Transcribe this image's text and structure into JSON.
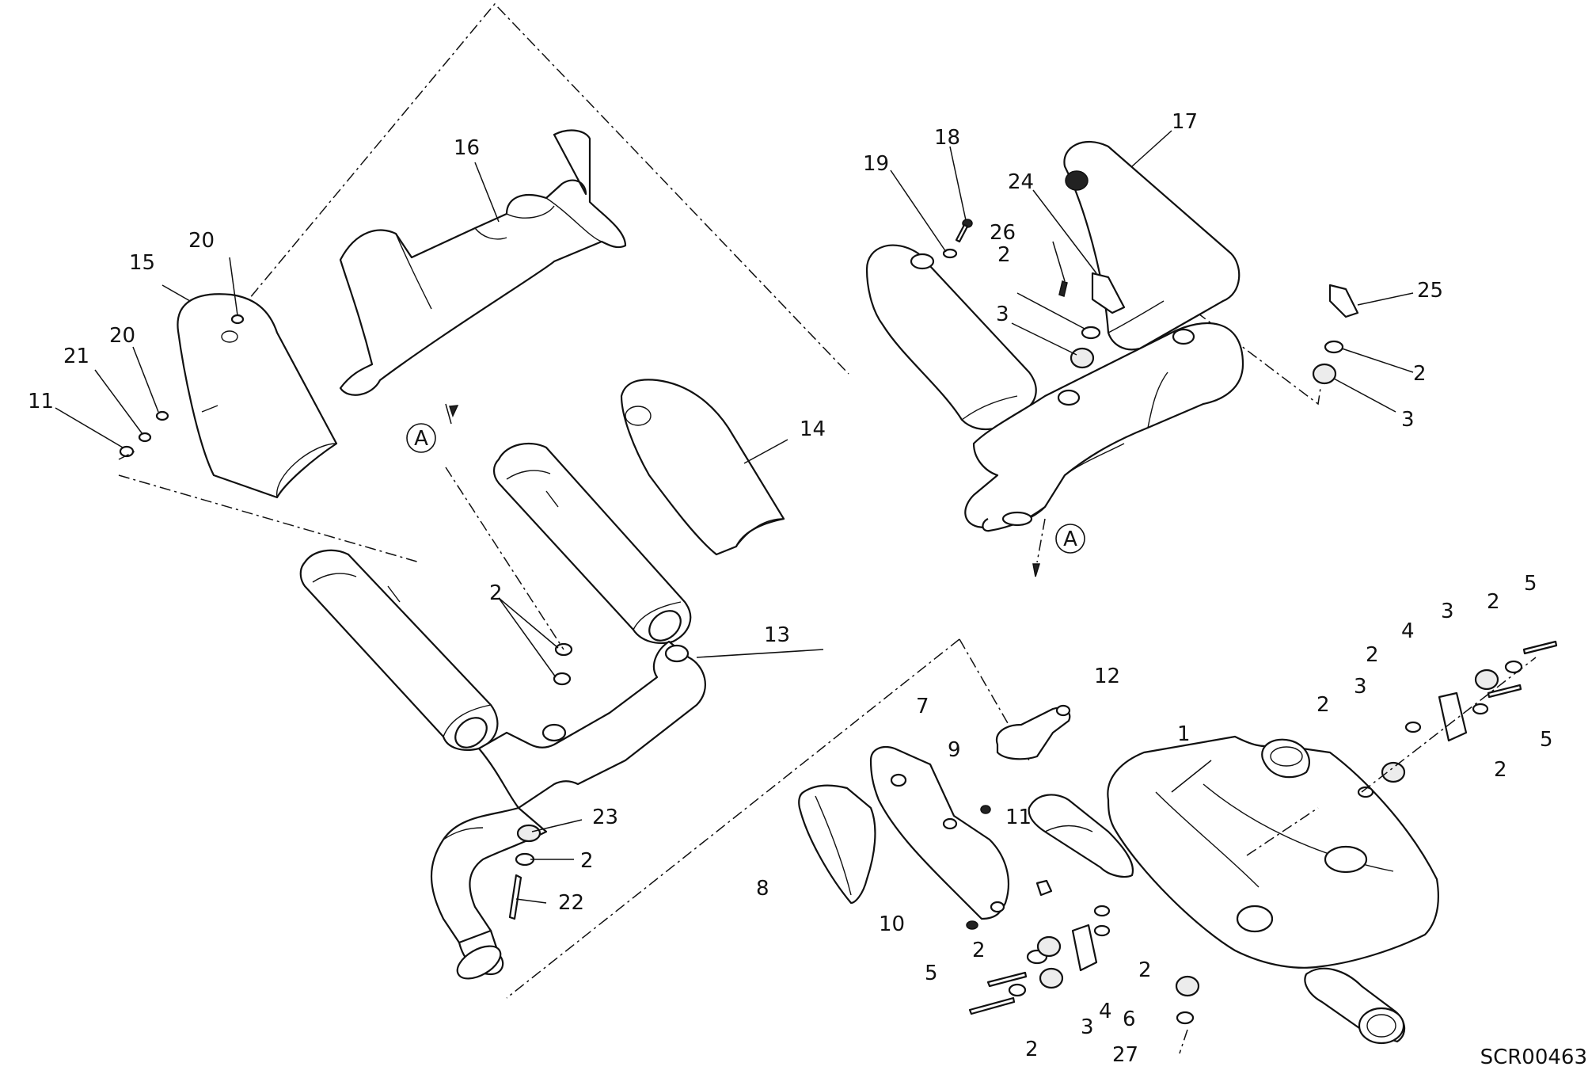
{
  "diagram": {
    "reference_code": "SCR00463",
    "view_marker": "A",
    "callouts": [
      {
        "id": "c1",
        "label": "1"
      },
      {
        "id": "c2a",
        "label": "2"
      },
      {
        "id": "c2b",
        "label": "2"
      },
      {
        "id": "c2c",
        "label": "2"
      },
      {
        "id": "c2d",
        "label": "2"
      },
      {
        "id": "c2e",
        "label": "2"
      },
      {
        "id": "c2f",
        "label": "2"
      },
      {
        "id": "c2g",
        "label": "2"
      },
      {
        "id": "c2h",
        "label": "2"
      },
      {
        "id": "c2i",
        "label": "2"
      },
      {
        "id": "c2j",
        "label": "2"
      },
      {
        "id": "c2k",
        "label": "2"
      },
      {
        "id": "c2l",
        "label": "2"
      },
      {
        "id": "c3a",
        "label": "3"
      },
      {
        "id": "c3b",
        "label": "3"
      },
      {
        "id": "c3c",
        "label": "3"
      },
      {
        "id": "c3d",
        "label": "3"
      },
      {
        "id": "c3e",
        "label": "3"
      },
      {
        "id": "c4a",
        "label": "4"
      },
      {
        "id": "c4b",
        "label": "4"
      },
      {
        "id": "c5a",
        "label": "5"
      },
      {
        "id": "c5b",
        "label": "5"
      },
      {
        "id": "c5c",
        "label": "5"
      },
      {
        "id": "c6",
        "label": "6"
      },
      {
        "id": "c7",
        "label": "7"
      },
      {
        "id": "c8",
        "label": "8"
      },
      {
        "id": "c9",
        "label": "9"
      },
      {
        "id": "c10",
        "label": "10"
      },
      {
        "id": "c11a",
        "label": "11"
      },
      {
        "id": "c11b",
        "label": "11"
      },
      {
        "id": "c12",
        "label": "12"
      },
      {
        "id": "c13",
        "label": "13"
      },
      {
        "id": "c14",
        "label": "14"
      },
      {
        "id": "c15",
        "label": "15"
      },
      {
        "id": "c16",
        "label": "16"
      },
      {
        "id": "c17",
        "label": "17"
      },
      {
        "id": "c18",
        "label": "18"
      },
      {
        "id": "c19",
        "label": "19"
      },
      {
        "id": "c20a",
        "label": "20"
      },
      {
        "id": "c20b",
        "label": "20"
      },
      {
        "id": "c21",
        "label": "21"
      },
      {
        "id": "c22",
        "label": "22"
      },
      {
        "id": "c23",
        "label": "23"
      },
      {
        "id": "c24",
        "label": "24"
      },
      {
        "id": "c25",
        "label": "25"
      },
      {
        "id": "c26",
        "label": "26"
      },
      {
        "id": "c27",
        "label": "27"
      }
    ]
  }
}
